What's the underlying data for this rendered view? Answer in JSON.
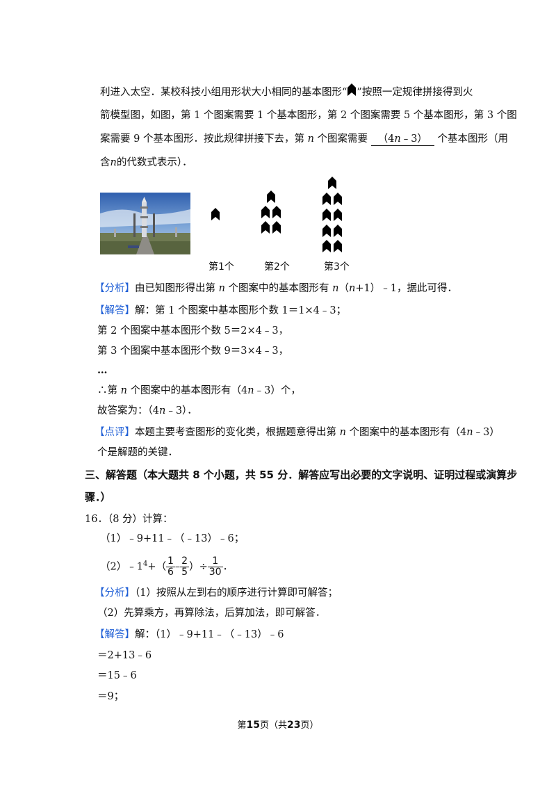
{
  "intro": {
    "line1_a": "利进入太空．某校科技小组用形状大小相同的基本图形“",
    "line1_b": "”按照一定规律拼接得到火",
    "line2": "箭模型图，如图，第 1 个图案需要 1 个基本图形，第 2 个图案需要 5 个基本图形，第 3 个图",
    "line3_a": "案需要 9 个基本图形．按此规律拼接下去，第",
    "line3_n": "n",
    "line3_b": "个图案需要",
    "answer_a": "（4",
    "answer_n": "n",
    "answer_b": "﹣3）",
    "line3_c": "个基本图形（用",
    "line4_a": "含",
    "line4_n": "n",
    "line4_b": "的代数式表示）．"
  },
  "figure": {
    "captions": [
      "第1个",
      "第2个",
      "第3个"
    ],
    "shape_counts": [
      1,
      5,
      9
    ]
  },
  "solution": {
    "analysis_tag": "【分析】",
    "analysis_a": "由已知图形得出第",
    "analysis_n": "n",
    "analysis_b": "个图案中的基本图形有",
    "analysis_n2": "n",
    "analysis_c": "（",
    "analysis_n3": "n",
    "analysis_d": "+1）﹣1，据此可得．",
    "answer_tag": "【解答】",
    "answer_line1": "解：第 1 个图案中基本图形个数 1＝1×4﹣3；",
    "answer_line2": "第 2 个图案中基本图形个数 5＝2×4﹣3，",
    "answer_line3": "第 3 个图案中基本图形个数 9＝3×4﹣3，",
    "ellipsis": "…",
    "therefore_a": "∴第",
    "therefore_n": "n",
    "therefore_b": "个图案中的基本图形有（4",
    "therefore_n2": "n",
    "therefore_c": "﹣3）个，",
    "final_a": "故答案为：（4",
    "final_n": "n",
    "final_b": "﹣3）．",
    "comment_tag": "【点评】",
    "comment_a": "本题主要考查图形的变化类，根据题意得出第",
    "comment_n": "n",
    "comment_b": "个图案中的基本图形有（4",
    "comment_n2": "n",
    "comment_c": "﹣3）",
    "comment_line2": "个是解题的关键．"
  },
  "section3": {
    "heading_line1": "三、解答题（本大题共 8 个小题，共 55 分．解答应写出必要的文字说明、证明过程或演算步",
    "heading_line2": "骤．）"
  },
  "q16": {
    "title": "16．（8 分）计算：",
    "part1": "（1）﹣9+11﹣（﹣13）﹣6；",
    "part2_a": "（2）﹣1",
    "part2_sup": "4",
    "part2_b": "+（",
    "frac1_num": "1",
    "frac1_den": "6",
    "minus": "–",
    "frac2_num": "2",
    "frac2_den": "5",
    "part2_c": "）÷",
    "frac3_num": "1",
    "frac3_den": "30",
    "part2_d": "．",
    "analysis_tag": "【分析】",
    "analysis_line1": "（1）按照从左到右的顺序进行计算即可解答；",
    "analysis_line2": "（2）先算乘方，再算除法，后算加法，即可解答．",
    "answer_tag": "【解答】",
    "answer_line1": "解：（1）﹣9+11﹣（﹣13）﹣6",
    "step1": "＝2+13﹣6",
    "step2": "＝15﹣6",
    "step3": "＝9；"
  },
  "footer": {
    "a": "第",
    "page": "15",
    "b": "页（共",
    "total": "23",
    "c": "页）"
  }
}
